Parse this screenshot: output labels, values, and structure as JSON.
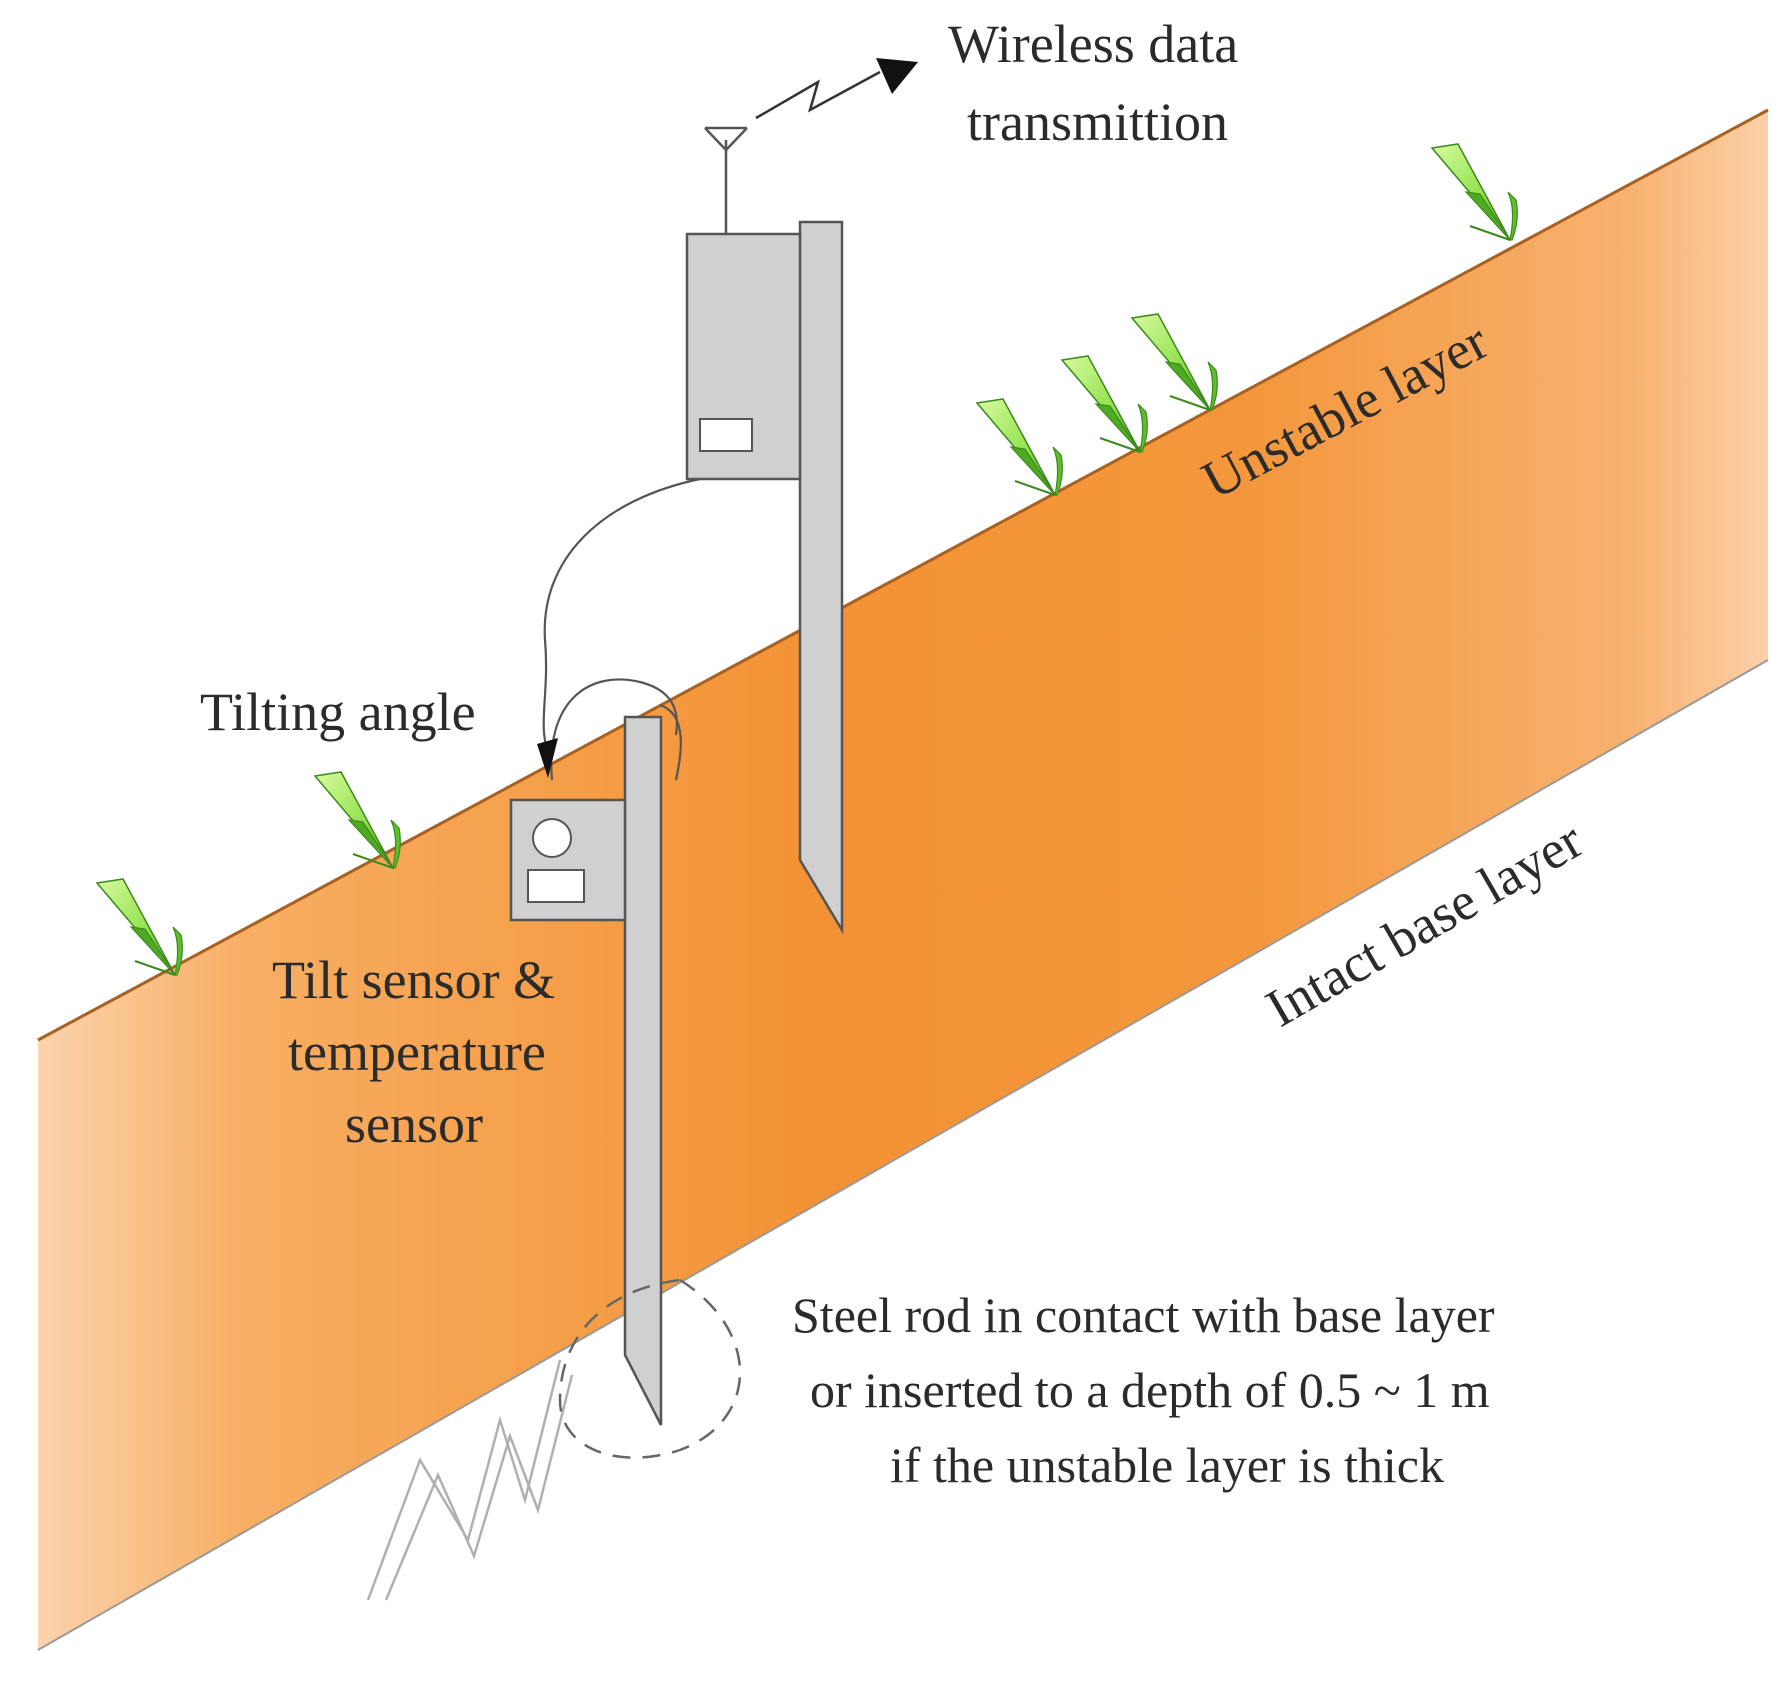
{
  "labels": {
    "wireless_line1": "Wireless data",
    "wireless_line2": "transmittion",
    "unstable_layer": "Unstable layer",
    "intact_base_layer": "Intact base layer",
    "tilting_angle": "Tilting angle",
    "tilt_sensor_line1": "Tilt sensor &",
    "tilt_sensor_line2": "temperature",
    "tilt_sensor_line3": "sensor",
    "steel_rod_line1": "Steel rod in contact with base layer",
    "steel_rod_line2": "or inserted to a depth of 0.5 ~ 1 m",
    "steel_rod_line3": "if the unstable layer is thick"
  },
  "icons": [
    "antenna-icon",
    "lightning-arrow-icon",
    "grass-icon"
  ],
  "colors": {
    "soil_light": "#f9c89a",
    "soil_mid": "#f7a652",
    "soil_dark": "#f39234",
    "device_gray": "#d0d0d0",
    "outline": "#555555",
    "grass_light": "#c8f58a",
    "grass_dark": "#4faa23"
  }
}
